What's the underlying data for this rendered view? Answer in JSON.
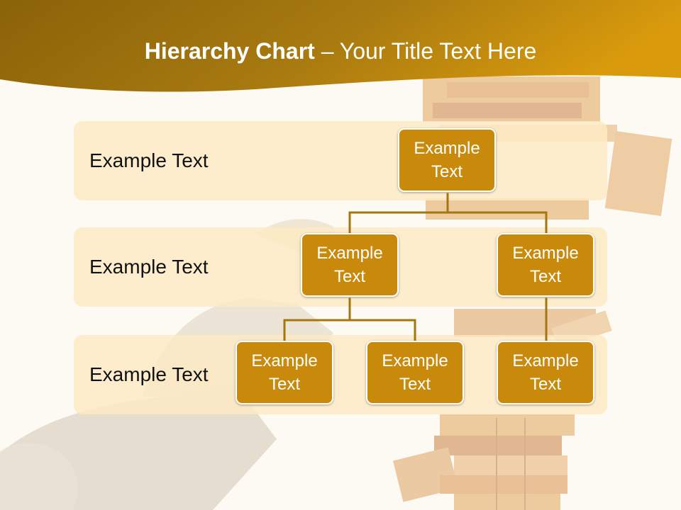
{
  "title": {
    "bold": "Hierarchy Chart",
    "dash": " – ",
    "rest": "Your Title Text Here"
  },
  "levels": [
    {
      "label": "Example Text"
    },
    {
      "label": "Example Text"
    },
    {
      "label": "Example Text"
    }
  ],
  "nodes": {
    "root": "Example Text",
    "level2_left": "Example Text",
    "level2_right": "Example Text",
    "level3_left": "Example Text",
    "level3_middle": "Example Text",
    "level3_right": "Example Text"
  },
  "colors": {
    "header_gold": "#a87408",
    "node_fill": "#c98a0c",
    "band_fill": "#fdeac3",
    "connector": "#a4770d",
    "background": "#fdfaf3"
  }
}
